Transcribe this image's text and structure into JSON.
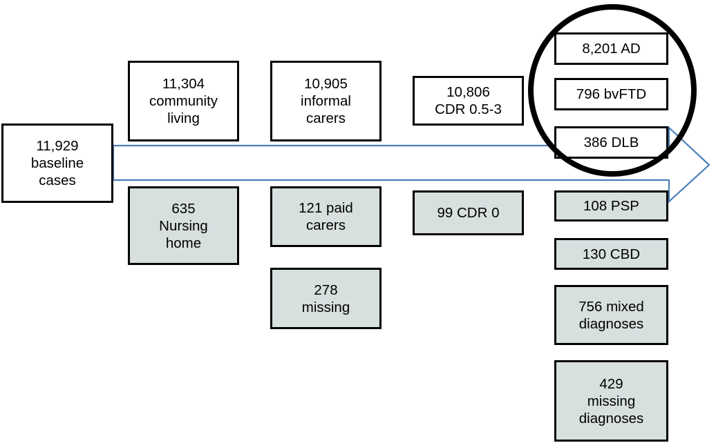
{
  "diagram": {
    "type": "cohort-flow-diagram",
    "accent_arrow_color": "#4a7ebb",
    "shaded_box_color": "#d7dfdf",
    "outline_color": "#000000",
    "highlight_shape": "circle"
  },
  "baseline": {
    "id": "baseline-cases",
    "lines": [
      "11,929",
      "baseline",
      "cases"
    ]
  },
  "stage_living": {
    "included": {
      "id": "community-living",
      "lines": [
        "11,304",
        "community",
        "living"
      ]
    },
    "excluded": {
      "id": "nursing-home",
      "lines": [
        "635",
        "Nursing",
        "home"
      ]
    }
  },
  "stage_carer": {
    "included": {
      "id": "informal-carers",
      "lines": [
        "10,905",
        "informal",
        "carers"
      ]
    },
    "excluded": [
      {
        "id": "paid-carers",
        "lines": [
          "121 paid",
          "carers"
        ]
      },
      {
        "id": "carer-missing",
        "lines": [
          "278",
          "missing"
        ]
      }
    ]
  },
  "stage_cdr": {
    "included": {
      "id": "cdr-0-5-to-3",
      "lines": [
        "10,806",
        "CDR 0.5-3"
      ]
    },
    "excluded": {
      "id": "cdr-0",
      "lines": [
        "99 CDR 0"
      ]
    }
  },
  "stage_diagnosis": {
    "highlighted": [
      {
        "id": "diagnosis-ad",
        "lines": [
          "8,201 AD"
        ]
      },
      {
        "id": "diagnosis-bvftd",
        "lines": [
          "796 bvFTD"
        ]
      },
      {
        "id": "diagnosis-dlb",
        "lines": [
          "386 DLB"
        ]
      }
    ],
    "excluded": [
      {
        "id": "diagnosis-psp",
        "lines": [
          "108 PSP"
        ]
      },
      {
        "id": "diagnosis-cbd",
        "lines": [
          "130 CBD"
        ]
      },
      {
        "id": "diagnosis-mixed",
        "lines": [
          "756 mixed",
          "diagnoses"
        ]
      },
      {
        "id": "diagnosis-missing",
        "lines": [
          "429",
          "missing",
          "diagnoses"
        ]
      }
    ]
  }
}
